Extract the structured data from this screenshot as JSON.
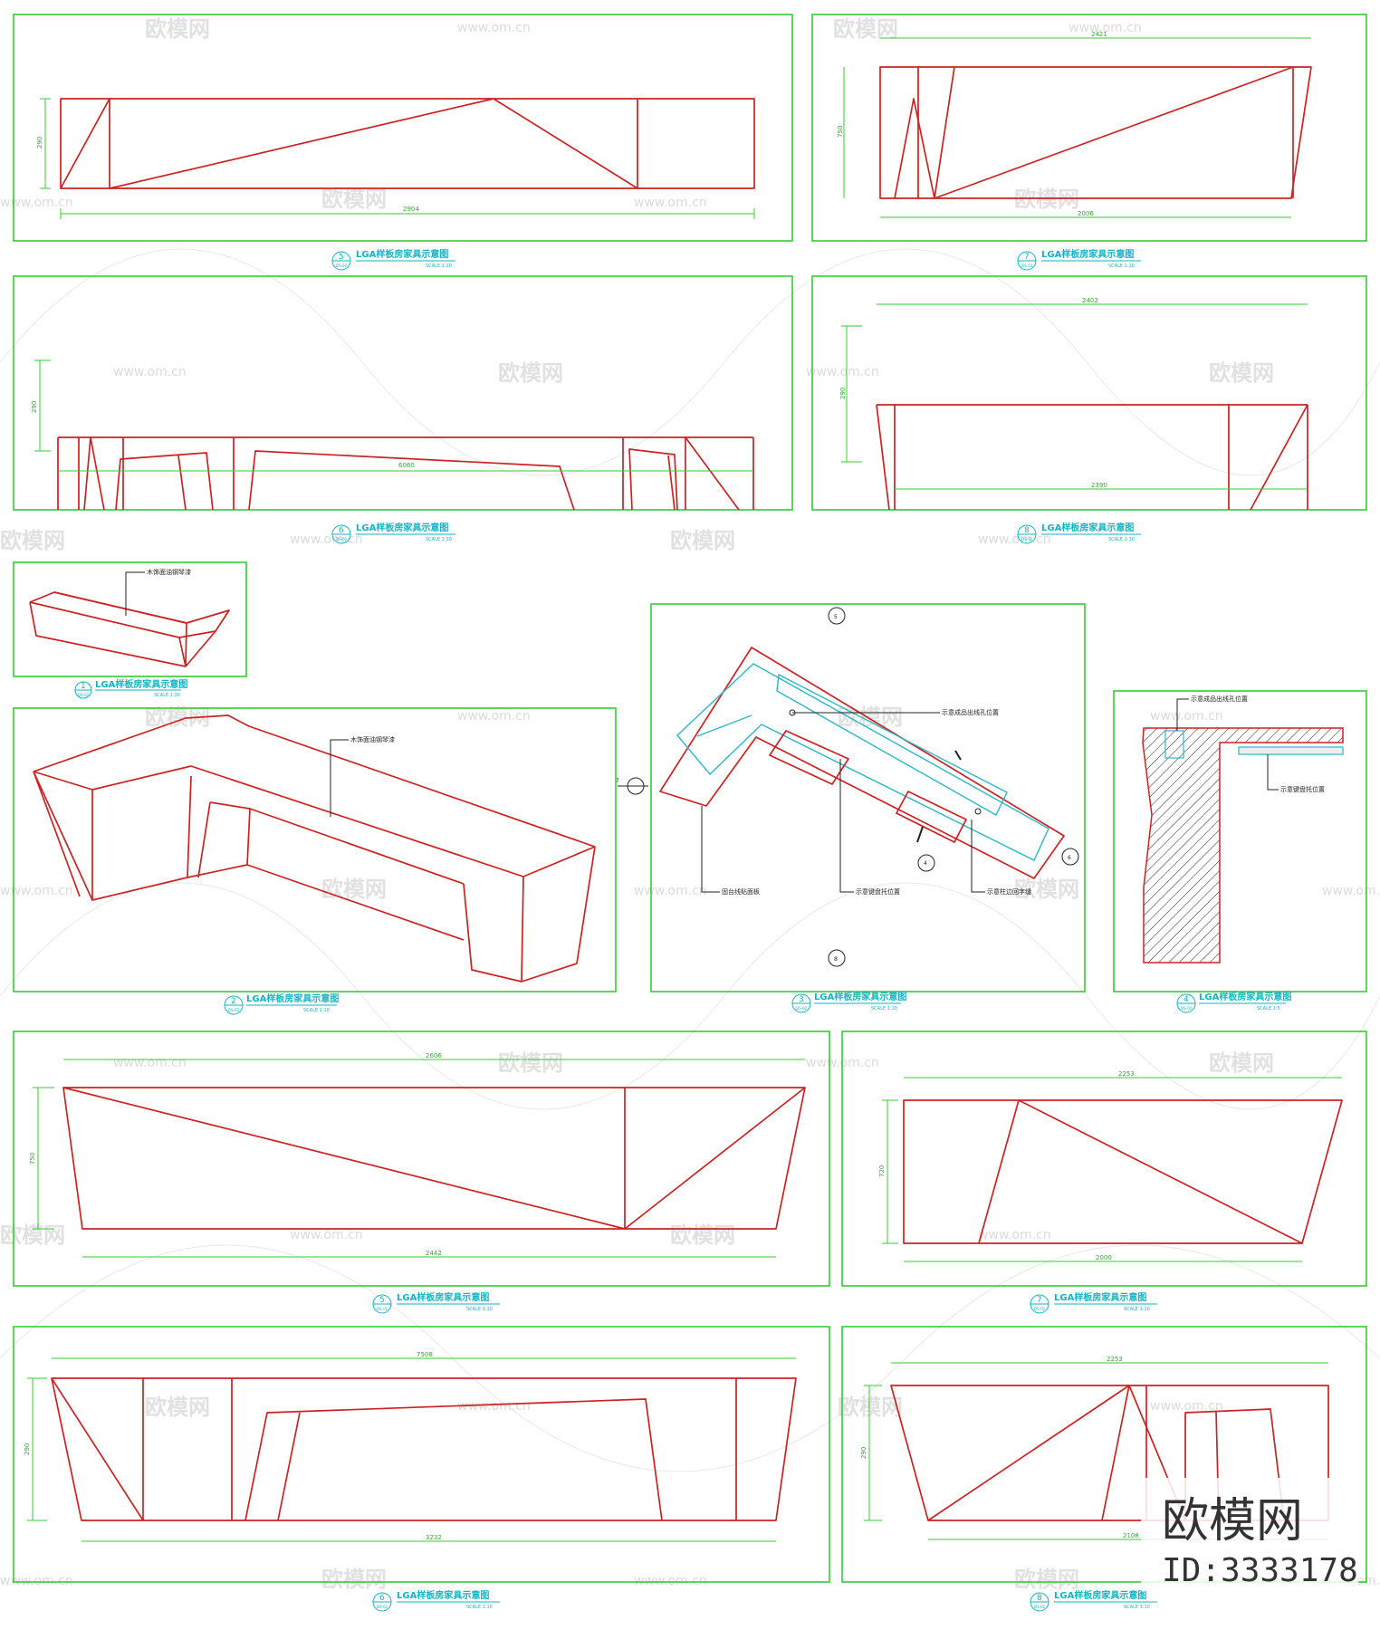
{
  "caption_title": "LGA样板房家具示意图",
  "caption_sheet": "DS-02",
  "panels": {
    "p1": {
      "number": "5",
      "scale": "SCALE 1:10",
      "dim_h": "2904",
      "dim_v": "290",
      "dim_top": ""
    },
    "p2": {
      "number": "7",
      "scale": "SCALE 1:10",
      "dim_h": "2006",
      "dim_v": "750",
      "dim_top": "2421"
    },
    "p3": {
      "number": "6",
      "scale": "SCALE 1:10",
      "dim_h": "6060",
      "dim_v": "290"
    },
    "p4": {
      "number": "8",
      "scale": "SCALE 1:10",
      "dim_h": "2390",
      "dim_v": "290",
      "dim_top": "2402"
    },
    "p5": {
      "number": "1",
      "scale": "SCALE 1:30",
      "note": "木饰面油钢琴漆"
    },
    "p6": {
      "number": "2",
      "scale": "SCALE 1:10",
      "note": "木饰面油钢琴漆",
      "marker": "7"
    },
    "p7": {
      "number": "3",
      "scale": "SCALE 1:10",
      "notes": [
        "示意成品出线孔位置",
        "固台线贴面板",
        "示意键盘托位置",
        "示意柱边回字缝"
      ],
      "markers": [
        "5",
        "6",
        "8",
        "4"
      ]
    },
    "p8": {
      "number": "4",
      "scale": "SCALE 1:5",
      "notes": [
        "示意成品出线孔位置",
        "示意键盘托位置"
      ]
    },
    "p9": {
      "number": "5",
      "scale": "SCALE 1:10",
      "dim_h": "2442",
      "dim_v": "750",
      "dim_top": "2606"
    },
    "p10": {
      "number": "7",
      "scale": "SCALE 1:10",
      "dim_h": "2000",
      "dim_v": "720",
      "dim_top": "2253"
    },
    "p11": {
      "number": "6",
      "scale": "SCALE 1:10",
      "dim_h": "3232",
      "dim_v": "290",
      "dim_top": "7508"
    },
    "p12": {
      "number": "8",
      "scale": "SCALE 1:10",
      "dim_h": "2108",
      "dim_v": "290",
      "dim_top": "2253"
    }
  },
  "watermark": {
    "url": "www.om.cn",
    "cn": "欧模网"
  },
  "brand": {
    "name": "欧模网",
    "id": "ID:3333178"
  },
  "colors": {
    "frame": "#33cc33",
    "line": "#cc2222",
    "accent": "#11b5c6",
    "cyan": "#2ab8c8"
  }
}
